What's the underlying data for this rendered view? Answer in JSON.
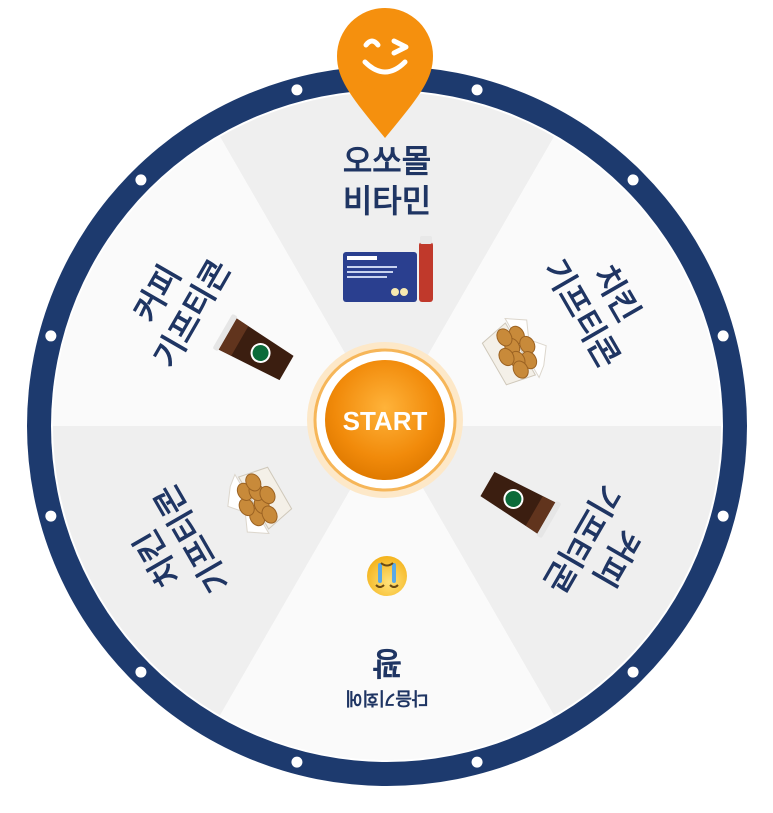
{
  "wheel": {
    "start_label": "START",
    "colors": {
      "rim": "#1d3a6e",
      "segment_light": "#efefef",
      "segment_white": "#fafafa",
      "accent": "#f5900e",
      "text": "#1f3563"
    },
    "segments": [
      {
        "line1": "오쏘몰",
        "line2": "비타민",
        "icon": "vitamin-box-icon"
      },
      {
        "line1": "치킨",
        "line2": "기프티콘",
        "icon": "chicken-basket-icon"
      },
      {
        "line1": "커피",
        "line2": "기프티콘",
        "icon": "iced-coffee-icon"
      },
      {
        "line1": "다음기회에",
        "line2": "꽝",
        "icon": "crying-face-icon"
      },
      {
        "line1": "치킨",
        "line2": "기프티콘",
        "icon": "chicken-basket-icon"
      },
      {
        "line1": "커피",
        "line2": "기프티콘",
        "icon": "iced-coffee-icon"
      }
    ]
  },
  "pointer": {
    "icon": "winking-face-icon"
  }
}
